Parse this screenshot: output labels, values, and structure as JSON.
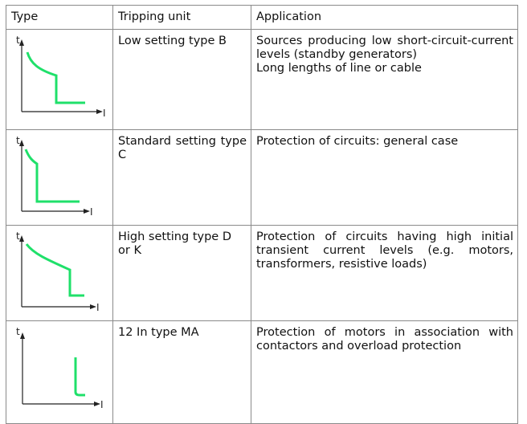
{
  "table": {
    "headers": [
      "Type",
      "Tripping unit",
      "Application"
    ],
    "axis_t": "t",
    "axis_i": "I",
    "curve_color": "#1fe06a",
    "rows": [
      {
        "curve": "type-b-curve",
        "tripping_unit": "Low setting type B",
        "application_lines": [
          "Sources producing low short-circuit-current levels (standby generators)",
          "Long lengths of line or cable"
        ]
      },
      {
        "curve": "type-c-curve",
        "tripping_unit": "Standard setting type C",
        "application_lines": [
          "Protection of circuits: general case"
        ]
      },
      {
        "curve": "type-d-k-curve",
        "tripping_unit": "High setting type D or K",
        "application_lines": [
          "Protection of circuits having high initial transient current levels (e.g. motors, transformers, resistive loads)"
        ]
      },
      {
        "curve": "type-ma-curve",
        "tripping_unit": "12 In type MA",
        "application_lines": [
          "Protection of motors in association with contactors and overload protection"
        ]
      }
    ]
  }
}
